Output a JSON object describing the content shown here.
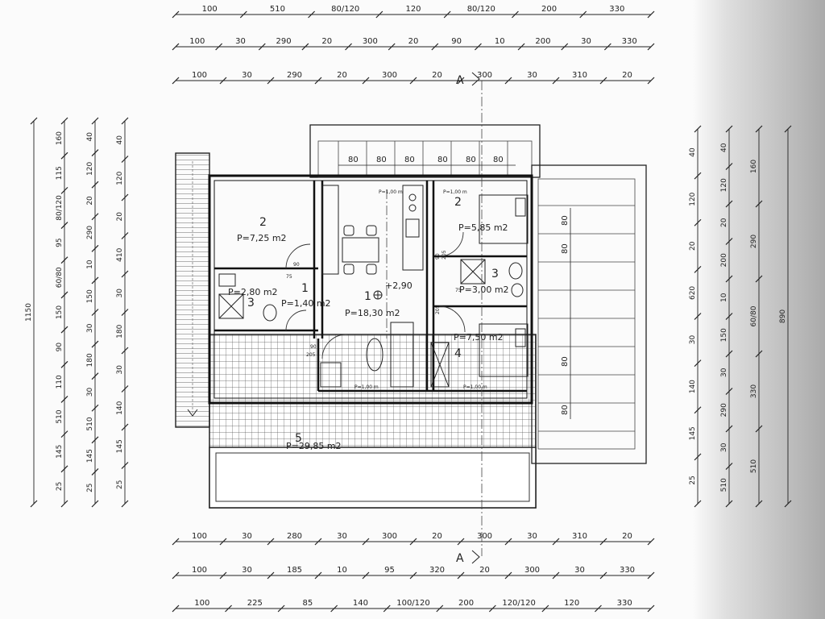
{
  "dimension_rows_top": [
    {
      "id": "top-row-1",
      "values": [
        "100",
        "510",
        "80/120",
        "120",
        "80/120",
        "200",
        "330"
      ]
    },
    {
      "id": "top-row-2",
      "values": [
        "100",
        "30",
        "290",
        "20",
        "300",
        "20",
        "90",
        "10",
        "200",
        "30",
        "330"
      ]
    },
    {
      "id": "top-row-3",
      "values": [
        "100",
        "30",
        "290",
        "20",
        "300",
        "20",
        "300",
        "30",
        "310",
        "20"
      ]
    }
  ],
  "dimension_rows_bottom": [
    {
      "id": "bottom-row-1",
      "values": [
        "100",
        "30",
        "280",
        "30",
        "300",
        "20",
        "300",
        "30",
        "310",
        "20"
      ]
    },
    {
      "id": "bottom-row-2",
      "values": [
        "100",
        "30",
        "185",
        "10",
        "95",
        "320",
        "20",
        "300",
        "30",
        "330"
      ]
    },
    {
      "id": "bottom-row-3",
      "values": [
        "100",
        "225",
        "85",
        "140",
        "100/120",
        "200",
        "120/120",
        "120",
        "330"
      ]
    }
  ],
  "dimension_cols_left": [
    {
      "id": "left-col-1",
      "values": [
        "1150"
      ]
    },
    {
      "id": "left-col-2",
      "values": [
        "160",
        "115",
        "80/120",
        "95",
        "60/80",
        "150",
        "90",
        "110",
        "510",
        "145",
        "25"
      ]
    },
    {
      "id": "left-col-3",
      "values": [
        "40",
        "120",
        "20",
        "290",
        "10",
        "150",
        "30",
        "180",
        "30",
        "510",
        "145",
        "25"
      ]
    },
    {
      "id": "left-col-4",
      "values": [
        "40",
        "120",
        "20",
        "410",
        "30",
        "180",
        "30",
        "140",
        "145",
        "25"
      ]
    }
  ],
  "dimension_cols_right": [
    {
      "id": "right-col-1",
      "values": [
        "40",
        "120",
        "20",
        "620",
        "30",
        "140",
        "145",
        "25"
      ]
    },
    {
      "id": "right-col-2",
      "values": [
        "40",
        "120",
        "20",
        "200",
        "10",
        "150",
        "30",
        "290",
        "30",
        "510"
      ]
    },
    {
      "id": "right-col-3",
      "values": [
        "160",
        "290",
        "60/80",
        "330",
        "510"
      ]
    },
    {
      "id": "right-col-4",
      "values": [
        "890"
      ]
    }
  ],
  "section_markers": {
    "top": "A",
    "bottom": "A"
  },
  "pergola_dims": [
    "80",
    "80",
    "80",
    "80",
    "80",
    "80"
  ],
  "side_dims": [
    "80",
    "80",
    "80",
    "80"
  ],
  "window_tags": [
    "P=1,00 m",
    "P=1,00 m",
    "P=1,00 m",
    "P=1,00 m"
  ],
  "door_tags": [
    "90",
    "205",
    "75",
    "205",
    "90",
    "205",
    "75",
    "205",
    "90",
    "205"
  ],
  "height_mark": "+2,90",
  "rooms": [
    {
      "id": "room-2-left",
      "number": "2",
      "area": "P=7,25 m2"
    },
    {
      "id": "room-2-right",
      "number": "2",
      "area": "P=5,85 m2"
    },
    {
      "id": "room-3-left",
      "number": "3",
      "area": "P=2,80 m2"
    },
    {
      "id": "room-1-hall",
      "number": "1",
      "area": "P=1,40 m2"
    },
    {
      "id": "room-1-living",
      "number": "1",
      "area": "P=18,30 m2"
    },
    {
      "id": "room-3-right",
      "number": "3",
      "area": "P=3,00 m2"
    },
    {
      "id": "room-4",
      "number": "4",
      "area": "P=7,50 m2"
    },
    {
      "id": "room-5-terrace",
      "number": "5",
      "area": "P=29,85 m2"
    }
  ]
}
